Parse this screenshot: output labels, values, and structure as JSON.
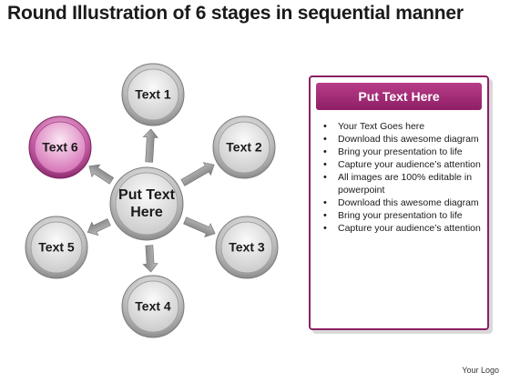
{
  "title": "Round Illustration of 6 stages in sequential manner",
  "diagram": {
    "center_label": "Put Text Here",
    "nodes": [
      {
        "label": "Text 1",
        "color": "gray"
      },
      {
        "label": "Text 2",
        "color": "gray"
      },
      {
        "label": "Text 3",
        "color": "gray"
      },
      {
        "label": "Text 4",
        "color": "gray"
      },
      {
        "label": "Text 5",
        "color": "gray"
      },
      {
        "label": "Text 6",
        "color": "pink"
      }
    ]
  },
  "panel": {
    "header": "Put Text Here",
    "items": [
      "Your Text Goes here",
      "Download this awesome diagram",
      "Bring your presentation to life",
      "Capture your audience’s attention",
      "All images are 100% editable in powerpoint",
      "Download this awesome diagram",
      "Bring your presentation to life",
      "Capture your audience’s attention"
    ]
  },
  "footer": {
    "logo": "Your Logo"
  },
  "colors": {
    "accent": "#8e1f66",
    "node_pink": "#d46bb4",
    "node_gray": "#c8c8c8"
  }
}
